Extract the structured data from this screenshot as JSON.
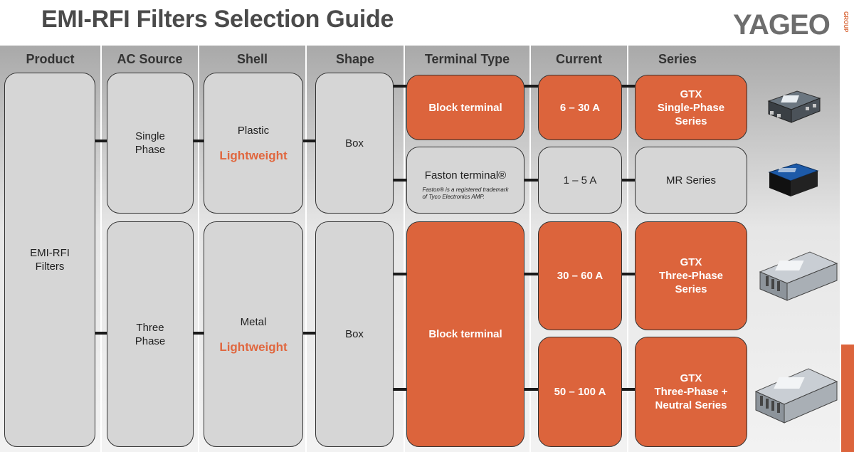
{
  "title": "EMI-RFI Filters Selection Guide",
  "logo": {
    "text": "YAGEO",
    "sub": "GROUP"
  },
  "headers": {
    "product": "Product",
    "ac_source": "AC Source",
    "shell": "Shell",
    "shape": "Shape",
    "terminal_type": "Terminal Type",
    "current": "Current",
    "series": "Series"
  },
  "product": "EMI-RFI Filters",
  "ac_source": {
    "single": "Single Phase",
    "three": "Three Phase"
  },
  "shell": {
    "plastic": "Plastic",
    "plastic_note": "Lightweight",
    "metal": "Metal",
    "metal_note": "Lightweight"
  },
  "shape": {
    "top": "Box",
    "bottom": "Box"
  },
  "terminal": {
    "block_top": "Block terminal",
    "faston": "Faston terminal®",
    "faston_note_1": "Faston® is a registered trademark",
    "faston_note_2": "of Tyco Electronics AMP.",
    "block_bottom": "Block terminal"
  },
  "current": {
    "c1": "6 – 30 A",
    "c2": "1 – 5 A",
    "c3": "30 – 60 A",
    "c4": "50 – 100 A"
  },
  "series": {
    "s1_l1": "GTX",
    "s1_l2": "Single-Phase",
    "s1_l3": "Series",
    "s2": "MR Series",
    "s3_l1": "GTX",
    "s3_l2": "Three-Phase",
    "s3_l3": "Series",
    "s4_l1": "GTX",
    "s4_l2": "Three-Phase +",
    "s4_l3": "Neutral Series"
  },
  "colors": {
    "accent": "#dc643c",
    "box_gray": "#d6d6d6",
    "band_gray": "#bdbdbd"
  }
}
